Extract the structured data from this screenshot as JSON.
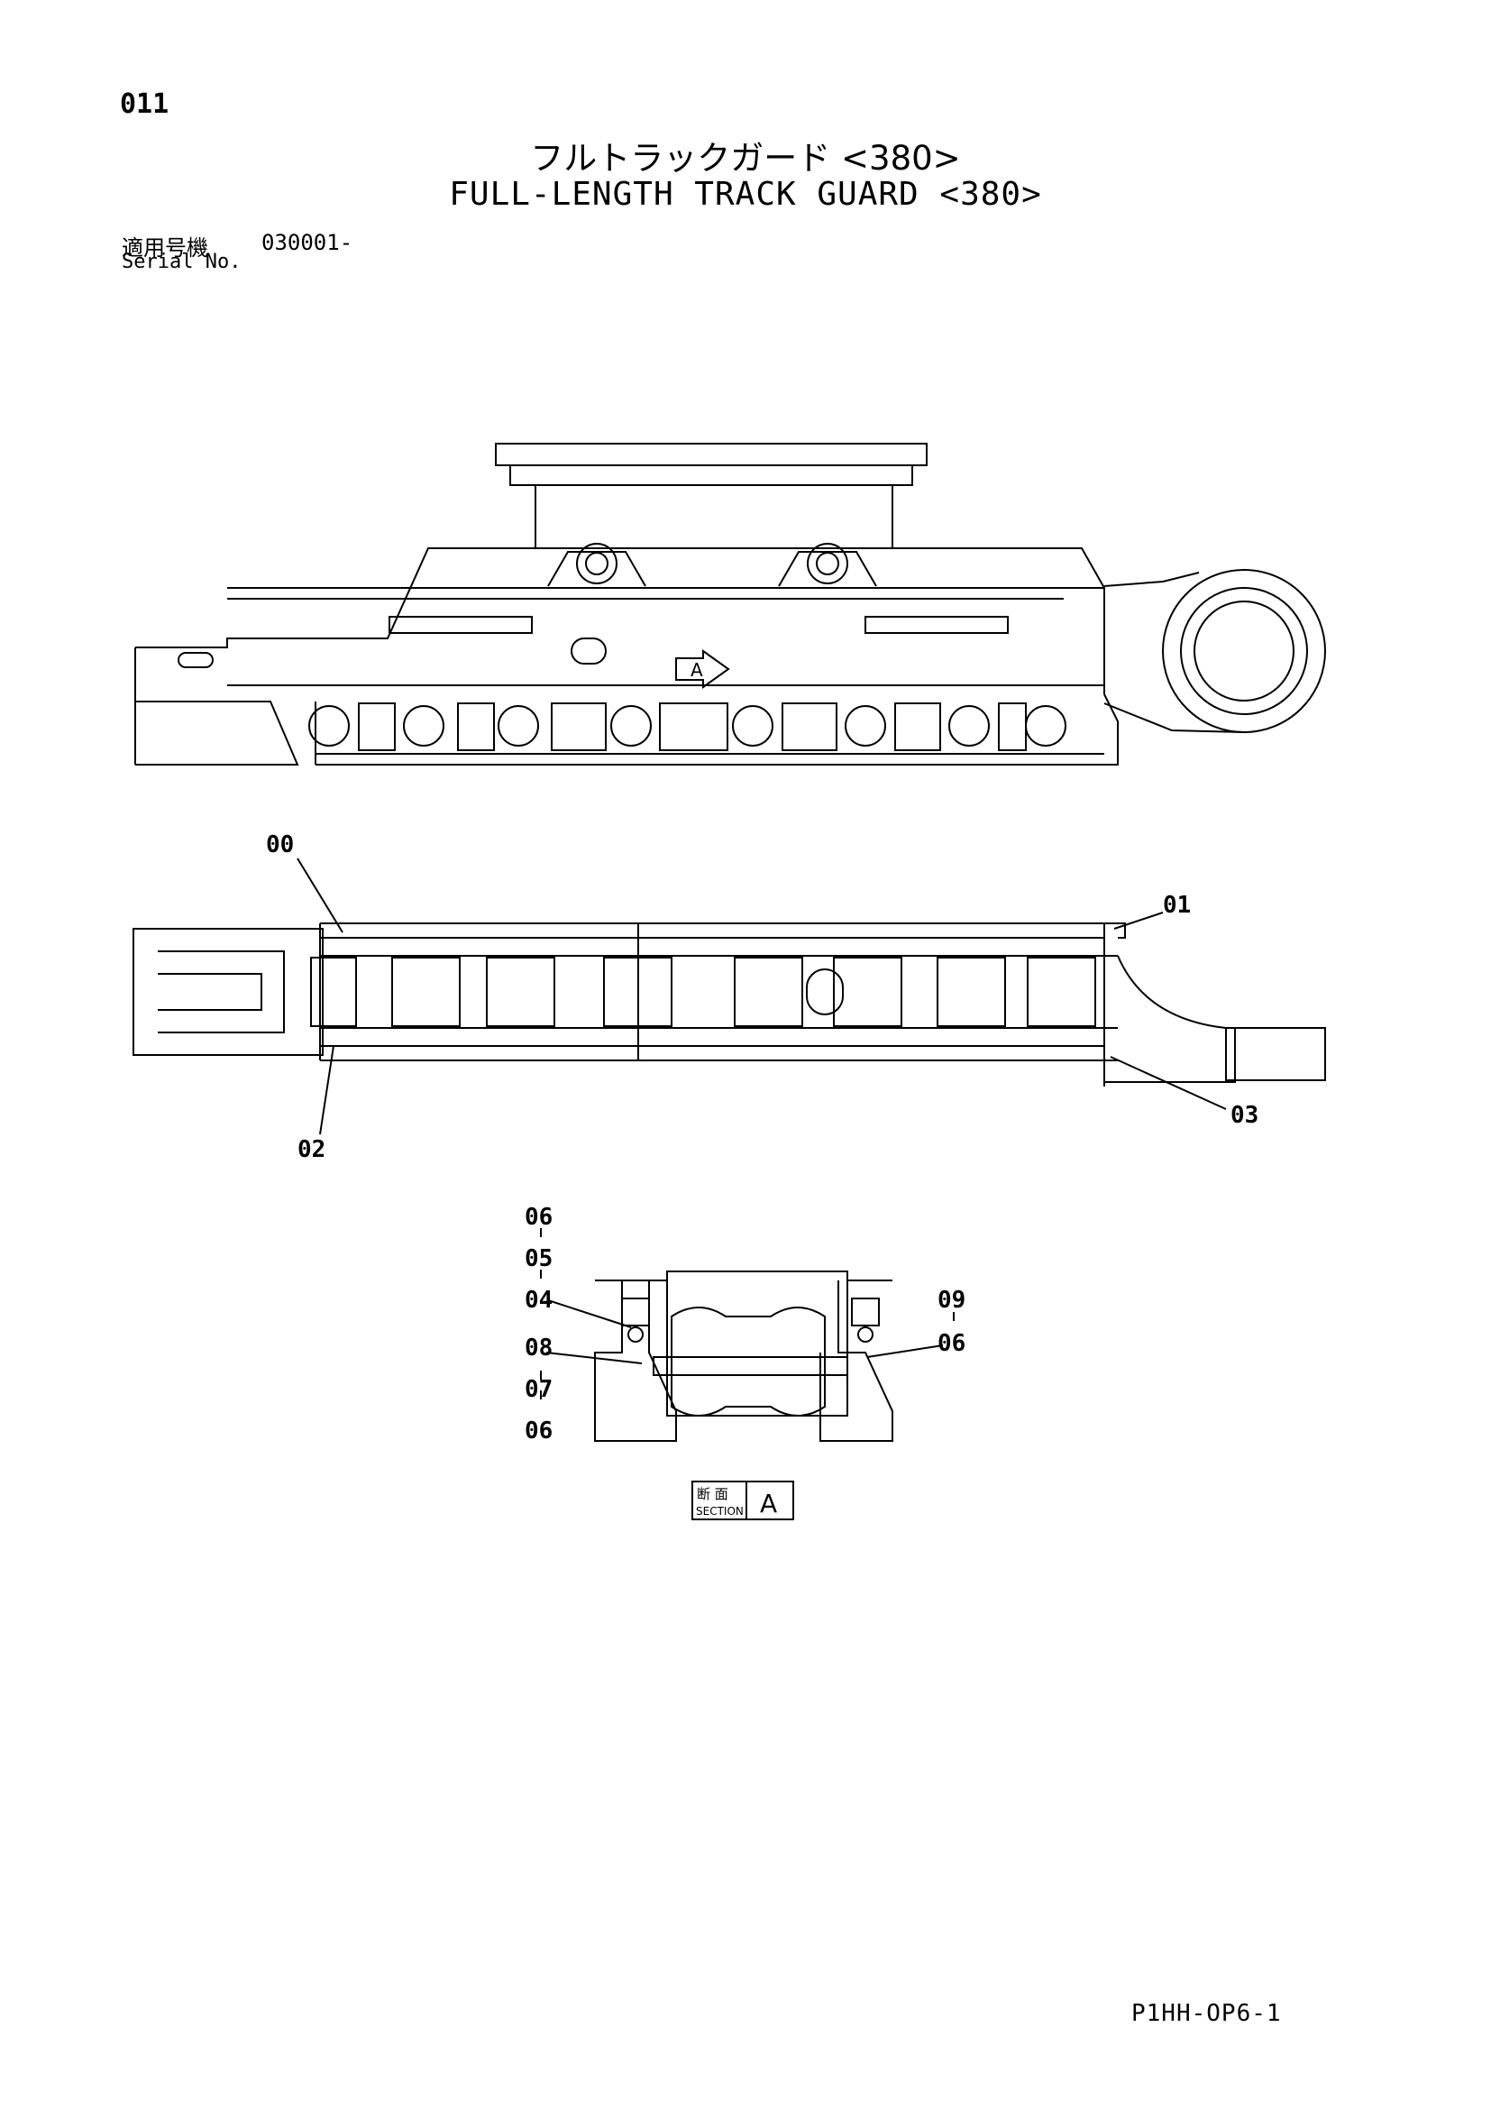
{
  "page": {
    "number": "011",
    "title_jp": "フルトラックガード <380>",
    "title_en": "FULL-LENGTH TRACK GUARD <380>",
    "serial_label_jp": "適用号機",
    "serial_value": "030001-",
    "serial_label_en": "Serial No.",
    "footer_code": "P1HH-OP6-1"
  },
  "side_view": {
    "view_marker": "A"
  },
  "top_view": {
    "callouts": [
      "00",
      "01",
      "02",
      "03"
    ]
  },
  "section_view": {
    "callouts_left": [
      "06",
      "05",
      "04",
      "08",
      "07",
      "06"
    ],
    "callouts_right": [
      "09",
      "06"
    ],
    "label_jp": "断 面",
    "label_en": "SECTION",
    "label_letter": "A"
  }
}
